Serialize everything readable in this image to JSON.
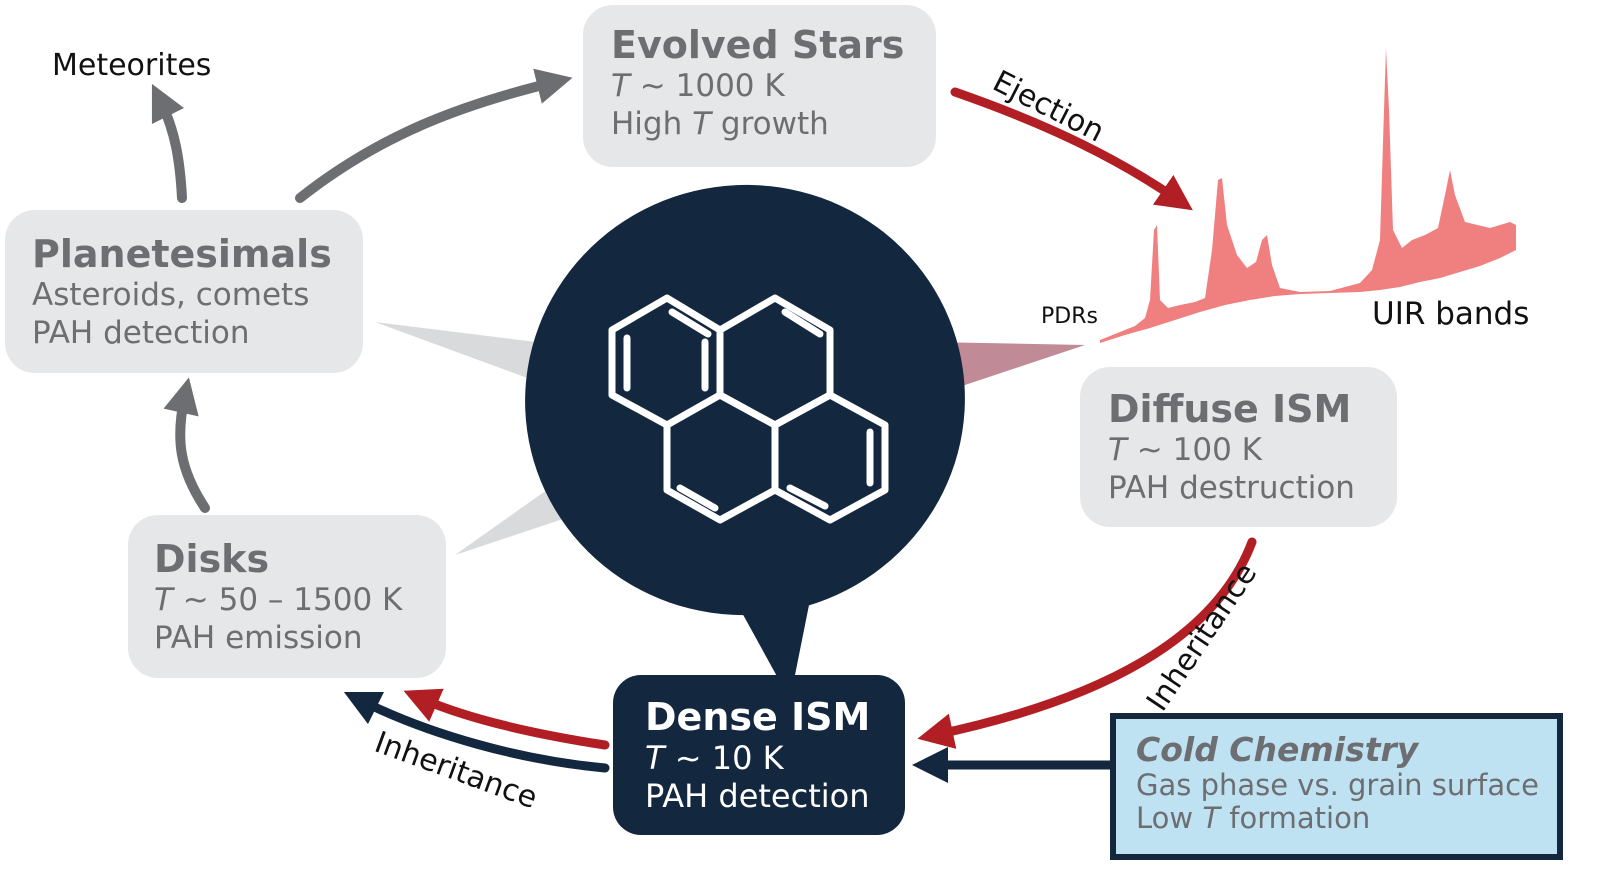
{
  "nodes": {
    "evolved_stars": {
      "title": "Evolved Stars",
      "t_symbol": "T",
      "t_value": " ~ 1000 K",
      "line2_a": "High ",
      "line2_t": "T",
      "line2_b": " growth"
    },
    "planetesimals": {
      "title": "Planetesimals",
      "line1": "Asteroids, comets",
      "line2": "PAH detection"
    },
    "disks": {
      "title": "Disks",
      "t_symbol": "T",
      "t_value": " ~ 50 – 1500 K",
      "line2": "PAH emission"
    },
    "diffuse_ism": {
      "title": "Diffuse ISM",
      "t_symbol": "T",
      "t_value": " ~ 100 K",
      "line2": "PAH destruction"
    },
    "dense_ism": {
      "title": "Dense ISM",
      "t_symbol": "T",
      "t_value": " ~ 10 K",
      "line2": "PAH detection"
    },
    "cold_chemistry": {
      "title": "Cold Chemistry",
      "line1": "Gas phase vs. grain surface",
      "line2_a": "Low ",
      "line2_t": "T",
      "line2_b": " formation"
    }
  },
  "labels": {
    "meteorites": "Meteorites",
    "ejection": "Ejection",
    "inheritance_right": "Inheritance",
    "inheritance_left": "Inheritance",
    "pdrs": "PDRs",
    "uir_bands": "UIR bands"
  },
  "colors": {
    "grey_arrow": "#6d6e71",
    "red_arrow": "#b11f24",
    "navy": "#13273f",
    "box_grey": "#e6e7e8",
    "cold_box": "#bfe2f3",
    "spectrum": "#f08080"
  },
  "icons": {
    "molecule": "pyrene-molecule-icon"
  }
}
